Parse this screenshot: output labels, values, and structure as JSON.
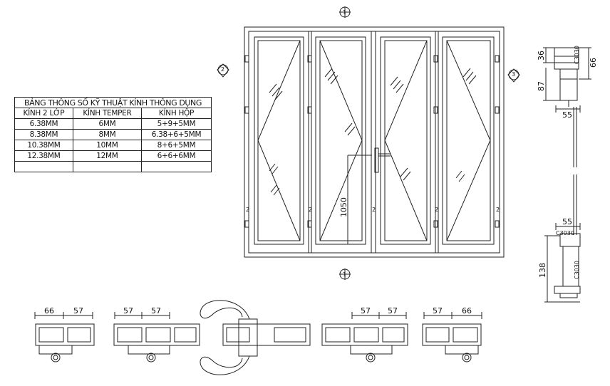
{
  "spec_table": {
    "title": "BẢNG THÔNG SỐ KỸ THUẬT KÍNH  THÔNG DỤNG",
    "headers": [
      "KÍNH 2 LỚP",
      "KÍNH TEMPER",
      "KÍNH HỘP"
    ],
    "rows": [
      [
        "6.38MM",
        "6MM",
        "5+9+5MM"
      ],
      [
        "8.38MM",
        "8MM",
        "6.38+6+5MM"
      ],
      [
        "10.38MM",
        "10MM",
        "8+6+5MM"
      ],
      [
        "12.38MM",
        "12MM",
        "6+6+6MM"
      ],
      [
        "",
        "",
        ""
      ]
    ]
  },
  "elevation": {
    "handle_height_label": "1050",
    "hinge_marks": "2",
    "section_markers": {
      "top": "1",
      "left": "2",
      "right": "3",
      "bottom": "1"
    }
  },
  "side_section": {
    "dims": {
      "d36": "36",
      "d66": "66",
      "d87": "87",
      "d55_top": "55",
      "d55_bottom": "55",
      "d138": "138"
    }
  },
  "plan_sections": [
    {
      "dims": [
        "66",
        "57"
      ]
    },
    {
      "dims": [
        "57",
        "57"
      ]
    },
    {
      "dims": [
        "57",
        "57"
      ]
    },
    {
      "dims": [
        "57",
        "66"
      ]
    }
  ],
  "profile_codes": [
    "C3030",
    "C3030",
    "C3030"
  ],
  "colors": {
    "line": "#222222",
    "bg": "#ffffff"
  }
}
